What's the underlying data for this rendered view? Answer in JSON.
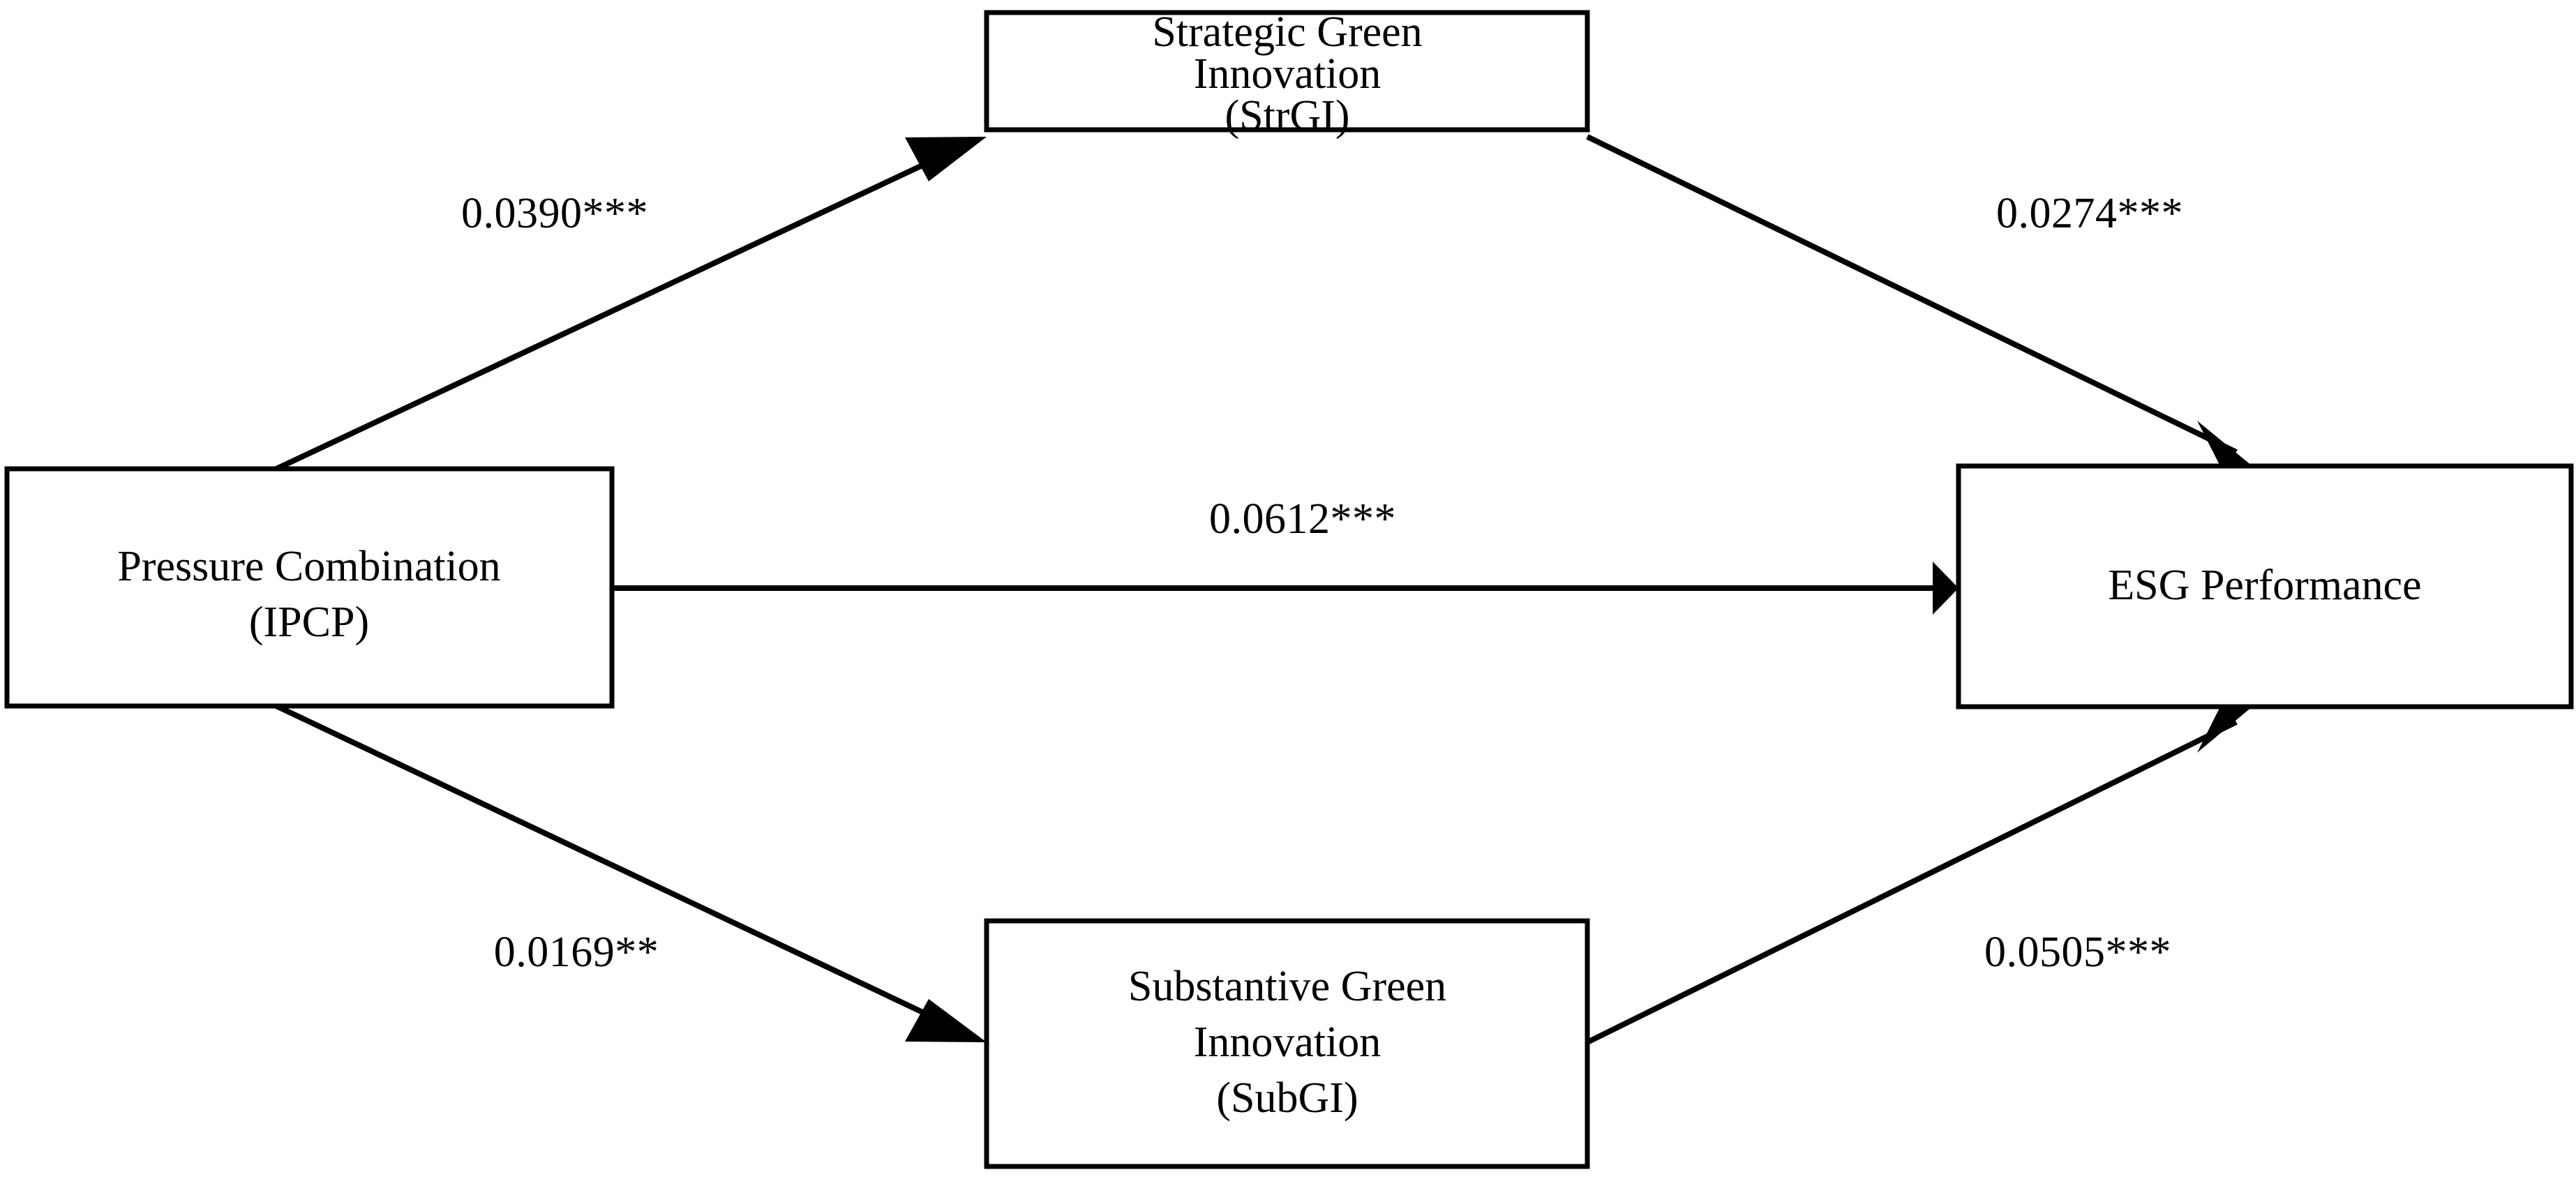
{
  "diagram": {
    "type": "path-analysis-mediation-model",
    "background_color": "#ffffff",
    "line_color": "#000000",
    "text_color": "#000000",
    "nodes": [
      {
        "id": "ipcp",
        "name": "Pressure Combination (IPCP)",
        "lines": [
          "Pressure Combination",
          "(IPCP)"
        ],
        "line1": "Pressure Combination",
        "line2": "(IPCP)",
        "role": "independent-variable",
        "position": "left"
      },
      {
        "id": "strgi",
        "name": "Strategic Green Innovation (StrGI)",
        "lines": [
          "Strategic Green",
          "Innovation",
          "(StrGI)"
        ],
        "line1": "Strategic Green",
        "line2": "Innovation",
        "line3": "(StrGI)",
        "role": "mediator",
        "position": "top-center"
      },
      {
        "id": "subgi",
        "name": "Substantive Green Innovation (SubGI)",
        "lines": [
          "Substantive Green",
          "Innovation",
          "(SubGI)"
        ],
        "line1": "Substantive Green",
        "line2": "Innovation",
        "line3": "(SubGI)",
        "role": "mediator",
        "position": "bottom-center"
      },
      {
        "id": "esg",
        "name": "ESG Performance",
        "lines": [
          "ESG Performance"
        ],
        "line1": "ESG Performance",
        "role": "dependent-variable",
        "position": "right"
      }
    ],
    "edges": [
      {
        "id": "ipcp-to-strgi",
        "from": "ipcp",
        "to": "strgi",
        "coefficient": "0.0390",
        "stars": "***",
        "label": "0.0390***",
        "significance": "p<0.01"
      },
      {
        "id": "strgi-to-esg",
        "from": "strgi",
        "to": "esg",
        "coefficient": "0.0274",
        "stars": "***",
        "label": "0.0274***",
        "significance": "p<0.01"
      },
      {
        "id": "ipcp-to-esg",
        "from": "ipcp",
        "to": "esg",
        "coefficient": "0.0612",
        "stars": "***",
        "label": "0.0612***",
        "significance": "p<0.01"
      },
      {
        "id": "ipcp-to-subgi",
        "from": "ipcp",
        "to": "subgi",
        "coefficient": "0.0169",
        "stars": "**",
        "label": "0.0169**",
        "significance": "p<0.05"
      },
      {
        "id": "subgi-to-esg",
        "from": "subgi",
        "to": "esg",
        "coefficient": "0.0505",
        "stars": "***",
        "label": "0.0505***",
        "significance": "p<0.01"
      }
    ]
  }
}
